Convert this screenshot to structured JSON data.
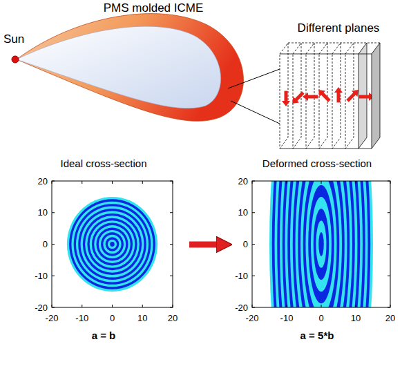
{
  "diagram": {
    "nodes": [
      {
        "text": [
          "Ideal cross-section",
          "a = b"
        ]
      },
      {
        "text": [
          "Deformed cross-section",
          "a = 5*b"
        ]
      }
    ],
    "edges": [
      {
        "from": 0,
        "to": 1,
        "arrow": "to"
      }
    ],
    "labels": [
      "Sun",
      "PMS molded ICME",
      "Different planes",
      "-20",
      "-10",
      "0",
      "10",
      "20",
      "20",
      "10",
      "0",
      "-10",
      "-20",
      "-20",
      "-10",
      "0",
      "10",
      "20",
      "20",
      "10",
      "0",
      "-10",
      "-20"
    ]
  }
}
